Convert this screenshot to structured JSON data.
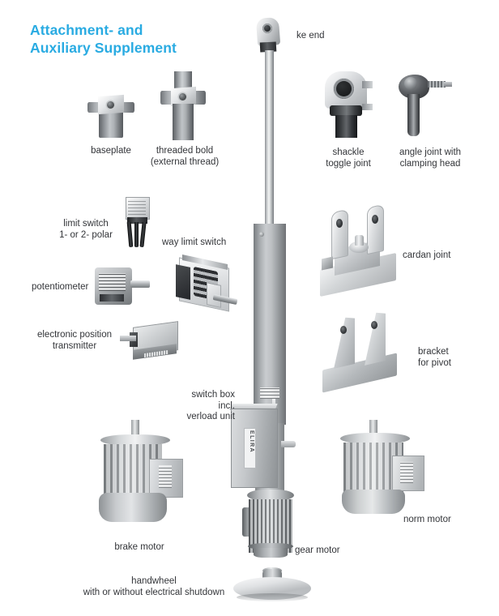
{
  "page": {
    "title": "Attachment- and\nAuxiliary Supplement",
    "title_color": "#29abe2",
    "background_color": "#ffffff",
    "text_color": "#333539"
  },
  "labels": {
    "yoke_end": "ke end",
    "baseplate": "baseplate",
    "threaded_bolt": "threaded bold\n(external thread)",
    "shackle_toggle_joint": "shackle\ntoggle joint",
    "angle_joint": "angle joint with\nclamping head",
    "limit_switch": "limit switch\n1- or 2- polar",
    "way_limit_switch": "way limit switch",
    "potentiometer": "potentiometer",
    "electronic_position_transmitter": "electronic position\ntransmitter",
    "cardan_joint": "cardan joint",
    "bracket_for_pivot": "bracket\nfor pivot",
    "switch_box": "switch box\nincl.\nverload unit",
    "brake_motor": "brake motor",
    "gear_motor": "gear motor",
    "norm_motor": "norm motor",
    "handwheel": "handwheel\nwith or without electrical shutdown"
  },
  "parts": {
    "switch_box_brand": "ELIRA"
  }
}
